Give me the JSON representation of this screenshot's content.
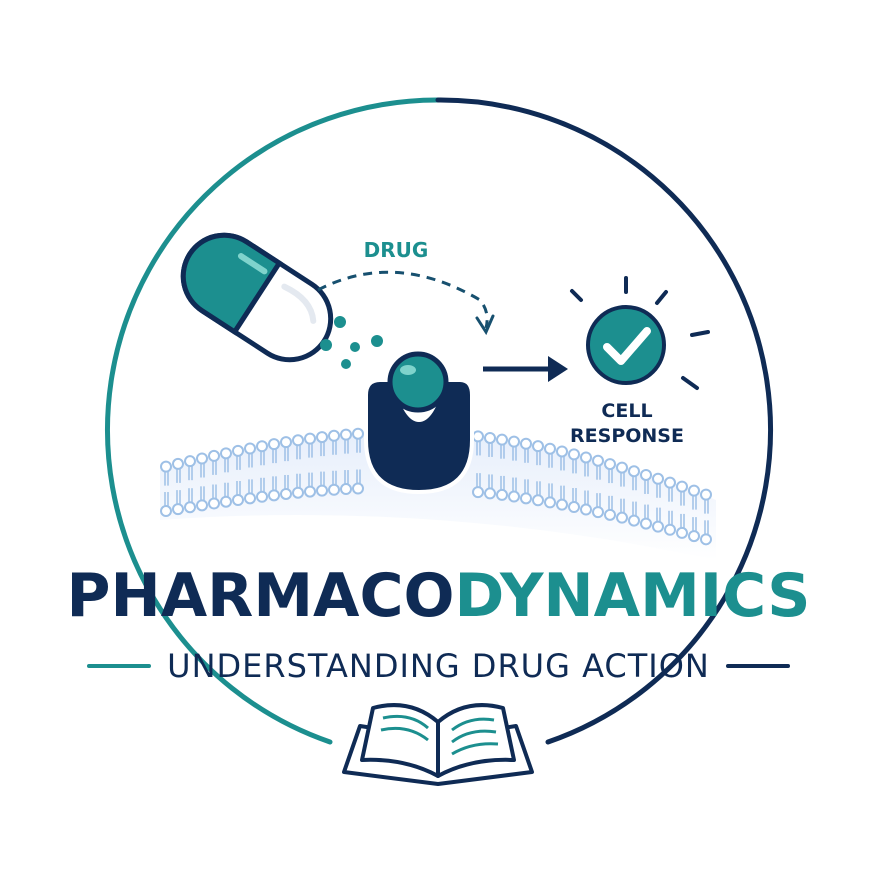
{
  "labels": {
    "drug": "DRUG",
    "cell_response_line1": "CELL",
    "cell_response_line2": "RESPONSE"
  },
  "title": {
    "part1": "PHARMACO",
    "part2": "DYNAMICS"
  },
  "subtitle": "UNDERSTANDING DRUG ACTION",
  "colors": {
    "navy": "#0f2b55",
    "teal": "#1c8f8f",
    "light_teal": "#5fc2bd",
    "membrane_blue": "#9ec0e6",
    "membrane_fill": "#e6eefb"
  }
}
